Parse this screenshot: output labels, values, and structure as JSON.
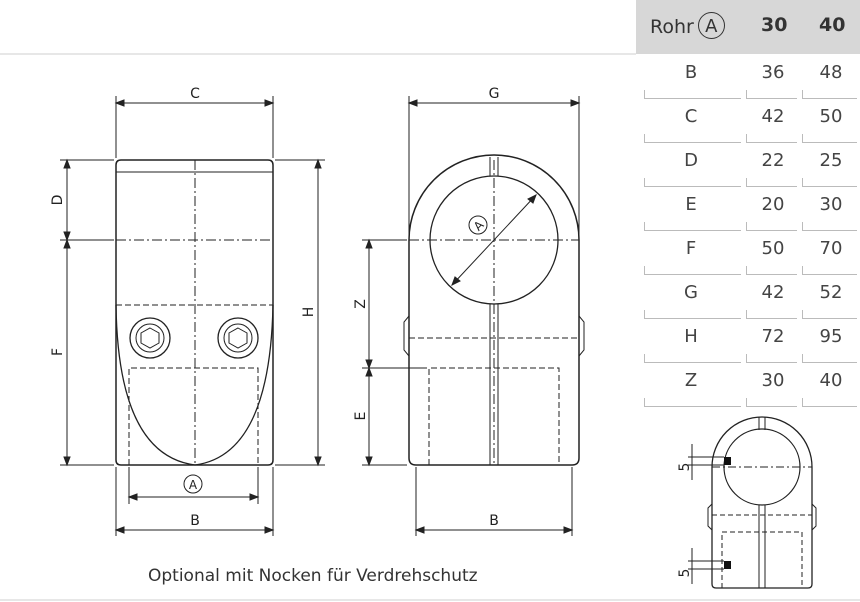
{
  "table": {
    "header_label": "Rohr",
    "header_symbol": "A",
    "col1": "30",
    "col2": "40",
    "rows": [
      {
        "dim": "B",
        "v30": "36",
        "v40": "48"
      },
      {
        "dim": "C",
        "v30": "42",
        "v40": "50"
      },
      {
        "dim": "D",
        "v30": "22",
        "v40": "25"
      },
      {
        "dim": "E",
        "v30": "20",
        "v40": "30"
      },
      {
        "dim": "F",
        "v30": "50",
        "v40": "70"
      },
      {
        "dim": "G",
        "v30": "42",
        "v40": "52"
      },
      {
        "dim": "H",
        "v30": "72",
        "v40": "95"
      },
      {
        "dim": "Z",
        "v30": "30",
        "v40": "40"
      }
    ]
  },
  "drawing": {
    "label_c": "C",
    "label_d": "D",
    "label_f": "F",
    "label_h": "H",
    "label_a": "A",
    "label_b": "B",
    "label_g": "G",
    "label_z": "Z",
    "label_e": "E",
    "label_b2": "B",
    "label_a2": "A",
    "label_5a": "5",
    "label_5b": "5"
  },
  "caption": "Optional mit Nocken für Verdrehschutz"
}
